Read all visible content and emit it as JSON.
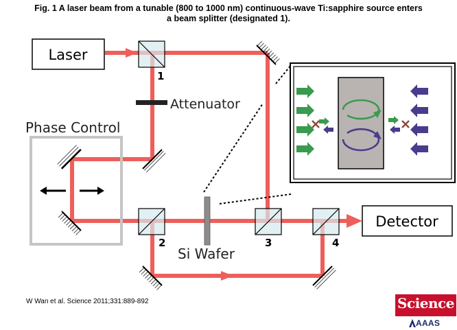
{
  "caption": {
    "line1": "Fig. 1 A laser beam from a tunable (800 to 1000 nm) continuous-wave Ti:sapphire source enters",
    "line2": "a beam splitter (designated 1)."
  },
  "labels": {
    "laser": "Laser",
    "attenuator": "Attenuator",
    "phase_control": "Phase Control",
    "detector": "Detector",
    "si_wafer": "Si Wafer",
    "splitter_1": "1",
    "splitter_2": "2",
    "splitter_3": "3",
    "splitter_4": "4"
  },
  "credit": "W Wan et al. Science 2011;331:889-892",
  "logo": {
    "wordmark": "Science",
    "publisher": "AAAS"
  },
  "colors": {
    "beam": "#ee5f5b",
    "green": "#3a9a4e",
    "purple": "#4a3c8c",
    "wafer": "#b9b4b2",
    "logo_red": "#c8102e"
  }
}
